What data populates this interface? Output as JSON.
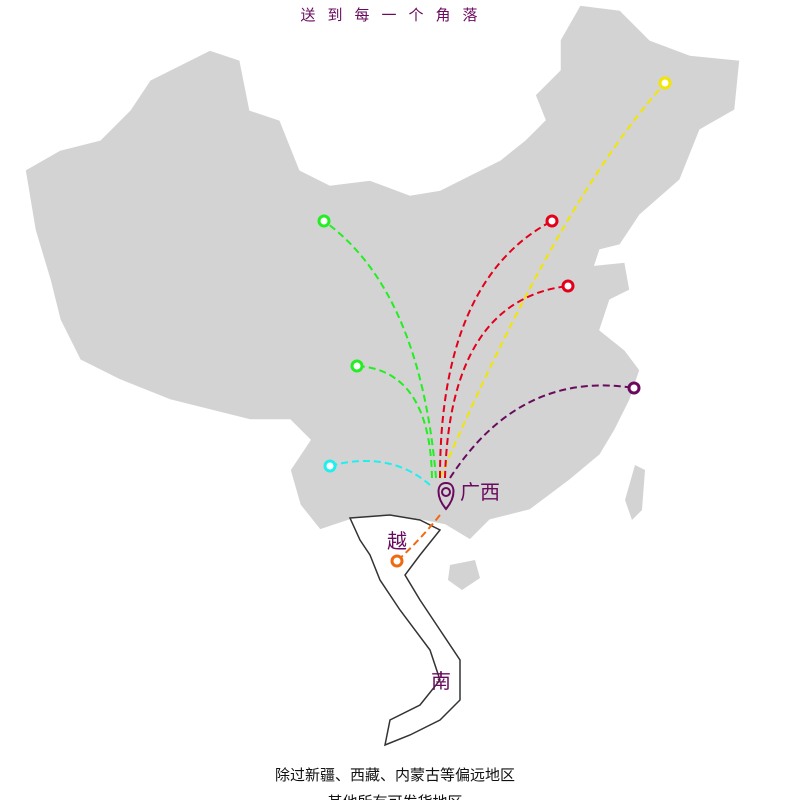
{
  "title": "送到每一个角落",
  "origin_label": "广西",
  "vietnam_label_top": "越",
  "vietnam_label_bottom": "南",
  "footer_line1": "除过新疆、西藏、内蒙古等偏远地区",
  "footer_line2": "其他所有可发货地区",
  "colors": {
    "accent": "#6a0a5e",
    "map_fill": "#d3d3d3",
    "yellow": "#f2e600",
    "red": "#e3001b",
    "purple": "#6a0a5e",
    "green": "#22ee22",
    "cyan": "#22eeee",
    "orange": "#ee6a10"
  },
  "routes": [
    {
      "name": "heilongjiang",
      "color": "#f2e600"
    },
    {
      "name": "beijing",
      "color": "#e3001b"
    },
    {
      "name": "shandong",
      "color": "#e3001b"
    },
    {
      "name": "zhejiang",
      "color": "#6a0a5e"
    },
    {
      "name": "qinghai",
      "color": "#22ee22"
    },
    {
      "name": "sichuan",
      "color": "#22ee22"
    },
    {
      "name": "yunnan",
      "color": "#22eeee"
    },
    {
      "name": "vietnam",
      "color": "#ee6a10"
    }
  ]
}
